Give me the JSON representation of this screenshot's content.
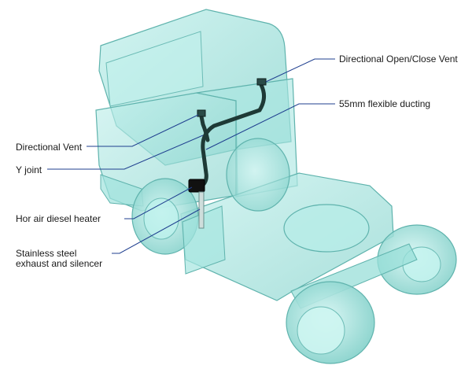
{
  "labels": {
    "directional_open_close_vent": "Directional Open/Close Vent",
    "flexible_ducting": "55mm flexible ducting",
    "directional_vent": "Directional Vent",
    "y_joint": "Y joint",
    "heater": "Hor air diesel heater",
    "exhaust_line1": "Stainless steel",
    "exhaust_line2": "exhaust and silencer"
  },
  "colors": {
    "body_fill": "#9fe3dd",
    "body_stroke": "#5fb3ad",
    "leader_line": "#1f3f8f",
    "duct": "#1e3a36",
    "heater": "#111111"
  }
}
